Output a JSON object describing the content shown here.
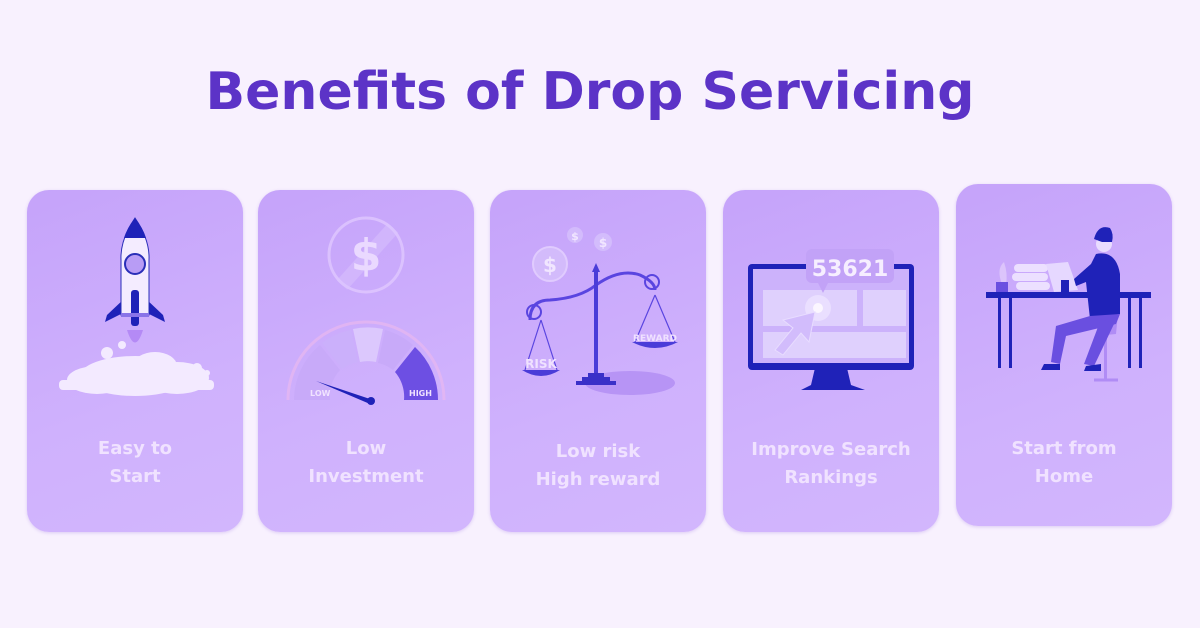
{
  "title": "Benefits of Drop Servicing",
  "colors": {
    "background": "#f8f1fe",
    "title": "#5c33c7",
    "card": "#c9a8fb",
    "card_text": "#f0e2ff",
    "illustration_dark": "#1f22b8",
    "illustration_mid": "#6a4fe0"
  },
  "cards": [
    {
      "line1": "Easy to",
      "line2": "Start",
      "icon": "rocket-icon"
    },
    {
      "line1": "Low",
      "line2": "Investment",
      "icon": "gauge-icon",
      "gauge_low": "LOW",
      "gauge_high": "HIGH"
    },
    {
      "line1": "Low risk",
      "line2": "High reward",
      "icon": "scale-icon",
      "risk_label": "RISK",
      "reward_label": "REWARD"
    },
    {
      "line1": "Improve Search",
      "line2": "Rankings",
      "icon": "monitor-icon",
      "counter": "53621"
    },
    {
      "line1": "Start from",
      "line2": "Home",
      "icon": "desk-worker-icon"
    }
  ]
}
